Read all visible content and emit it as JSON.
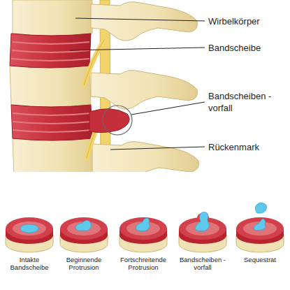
{
  "diagram": {
    "labels": [
      "Wirbelkörper",
      "Bandscheibe",
      "Bandscheiben - vorfall",
      "Rückenmark",
      "Intakte Bandscheibe",
      "Beginnende Protrusion",
      "Fortschreitende Protrusion",
      "Bandscheiben - vorfall",
      "Sequestrat"
    ]
  }
}
